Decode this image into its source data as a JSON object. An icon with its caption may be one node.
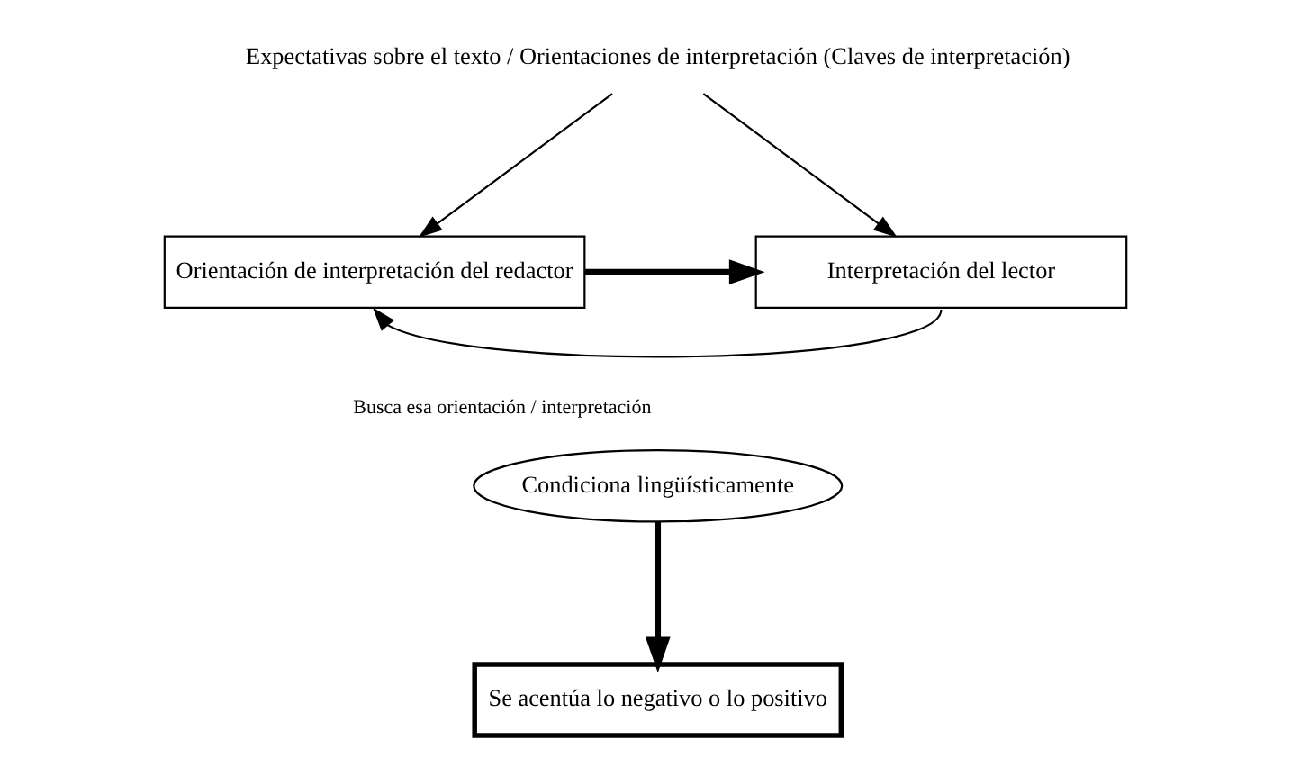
{
  "diagram": {
    "nodes": [
      {
        "text": [
          "Expectativas sobre el texto / Orientaciones de interpretación (Claves de interpretación)"
        ]
      },
      {
        "text": [
          "Orientación de interpretación del redactor"
        ]
      },
      {
        "text": [
          "Interpretación del lector"
        ]
      },
      {
        "text": [
          "Condiciona lingüísticamente"
        ]
      },
      {
        "text": [
          "Se acentúa lo negativo o lo positivo"
        ]
      }
    ],
    "edges": [
      {
        "from": 0,
        "to": 1,
        "arrow": "to"
      },
      {
        "from": 0,
        "to": 2,
        "arrow": "to"
      },
      {
        "from": 1,
        "to": 2,
        "arrow": "to",
        "style": "thick"
      },
      {
        "from": 3,
        "to": 4,
        "arrow": "to",
        "style": "thick"
      },
      {
        "from": 2,
        "to": 1,
        "arrow": "to",
        "label": "Busca esa orientación / interpretación"
      }
    ]
  }
}
